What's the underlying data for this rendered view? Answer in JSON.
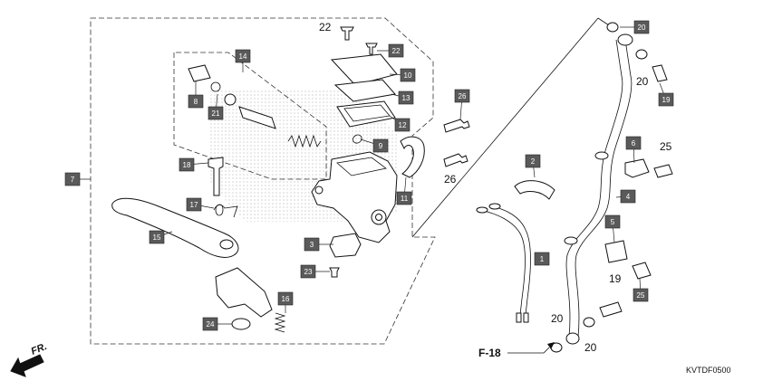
{
  "diagram": {
    "ref_label": "F-18",
    "direction_label": "FR.",
    "diagram_code": "KVTDF0500",
    "callouts": [
      {
        "id": "c1",
        "label": "1",
        "style": "tag"
      },
      {
        "id": "c2",
        "label": "2",
        "style": "tag"
      },
      {
        "id": "c3",
        "label": "3",
        "style": "tag"
      },
      {
        "id": "c4",
        "label": "4",
        "style": "tag"
      },
      {
        "id": "c5",
        "label": "5",
        "style": "tag"
      },
      {
        "id": "c6",
        "label": "6",
        "style": "tag"
      },
      {
        "id": "c7",
        "label": "7",
        "style": "tag"
      },
      {
        "id": "c8",
        "label": "8",
        "style": "tag"
      },
      {
        "id": "c9",
        "label": "9",
        "style": "tag"
      },
      {
        "id": "c10",
        "label": "10",
        "style": "tag"
      },
      {
        "id": "c11",
        "label": "11",
        "style": "tag"
      },
      {
        "id": "c12",
        "label": "12",
        "style": "tag"
      },
      {
        "id": "c13",
        "label": "13",
        "style": "tag"
      },
      {
        "id": "c14",
        "label": "14",
        "style": "tag"
      },
      {
        "id": "c15",
        "label": "15",
        "style": "tag"
      },
      {
        "id": "c16",
        "label": "16",
        "style": "tag"
      },
      {
        "id": "c17",
        "label": "17",
        "style": "tag"
      },
      {
        "id": "c18",
        "label": "18",
        "style": "tag"
      },
      {
        "id": "c19a",
        "label": "19",
        "style": "tag"
      },
      {
        "id": "c19b",
        "label": "19",
        "style": "plain"
      },
      {
        "id": "c20a",
        "label": "20",
        "style": "tag"
      },
      {
        "id": "c20b",
        "label": "20",
        "style": "plain"
      },
      {
        "id": "c20c",
        "label": "20",
        "style": "plain"
      },
      {
        "id": "c20d",
        "label": "20",
        "style": "plain"
      },
      {
        "id": "c21",
        "label": "21",
        "style": "tag"
      },
      {
        "id": "c22a",
        "label": "22",
        "style": "plain"
      },
      {
        "id": "c22b",
        "label": "22",
        "style": "tag"
      },
      {
        "id": "c23",
        "label": "23",
        "style": "tag"
      },
      {
        "id": "c24",
        "label": "24",
        "style": "tag"
      },
      {
        "id": "c25a",
        "label": "25",
        "style": "plain"
      },
      {
        "id": "c25b",
        "label": "25",
        "style": "tag"
      },
      {
        "id": "c26a",
        "label": "26",
        "style": "tag"
      },
      {
        "id": "c26b",
        "label": "26",
        "style": "plain"
      }
    ]
  }
}
